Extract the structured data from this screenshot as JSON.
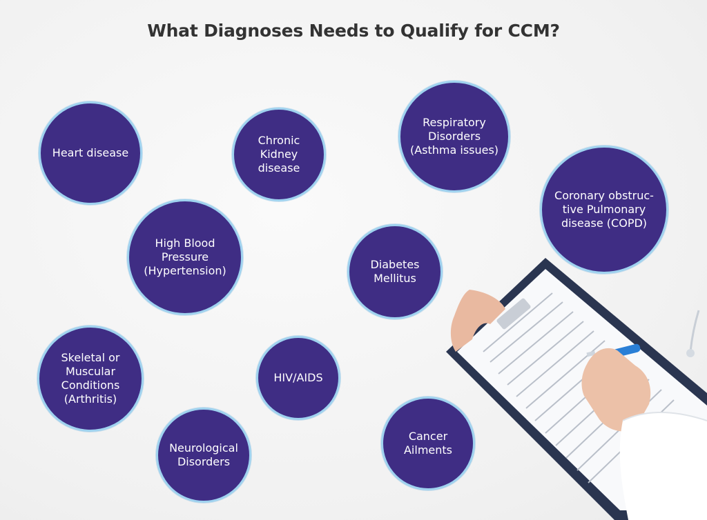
{
  "title": "What Diagnoses Needs to Qualify for CCM?",
  "colors": {
    "bubble_fill": "#3f2d84",
    "bubble_ring": "#9fd2ef",
    "title_text": "#333333"
  },
  "diagnoses": [
    "Heart disease",
    "Chronic\nKidney\ndisease",
    "Respiratory\nDisorders\n(Asthma issues)",
    "Coronary obstruc-\ntive Pulmonary\ndisease (COPD)",
    "High Blood\nPressure\n(Hypertension)",
    "Diabetes\nMellitus",
    "Skeletal or\nMuscular\nConditions\n(Arthritis)",
    "HIV/AIDS",
    "Neurological\nDisorders",
    "Cancer\nAilments"
  ],
  "illustration": {
    "subject": "hands-holding-clipboard-with-medical-form-and-pen"
  }
}
